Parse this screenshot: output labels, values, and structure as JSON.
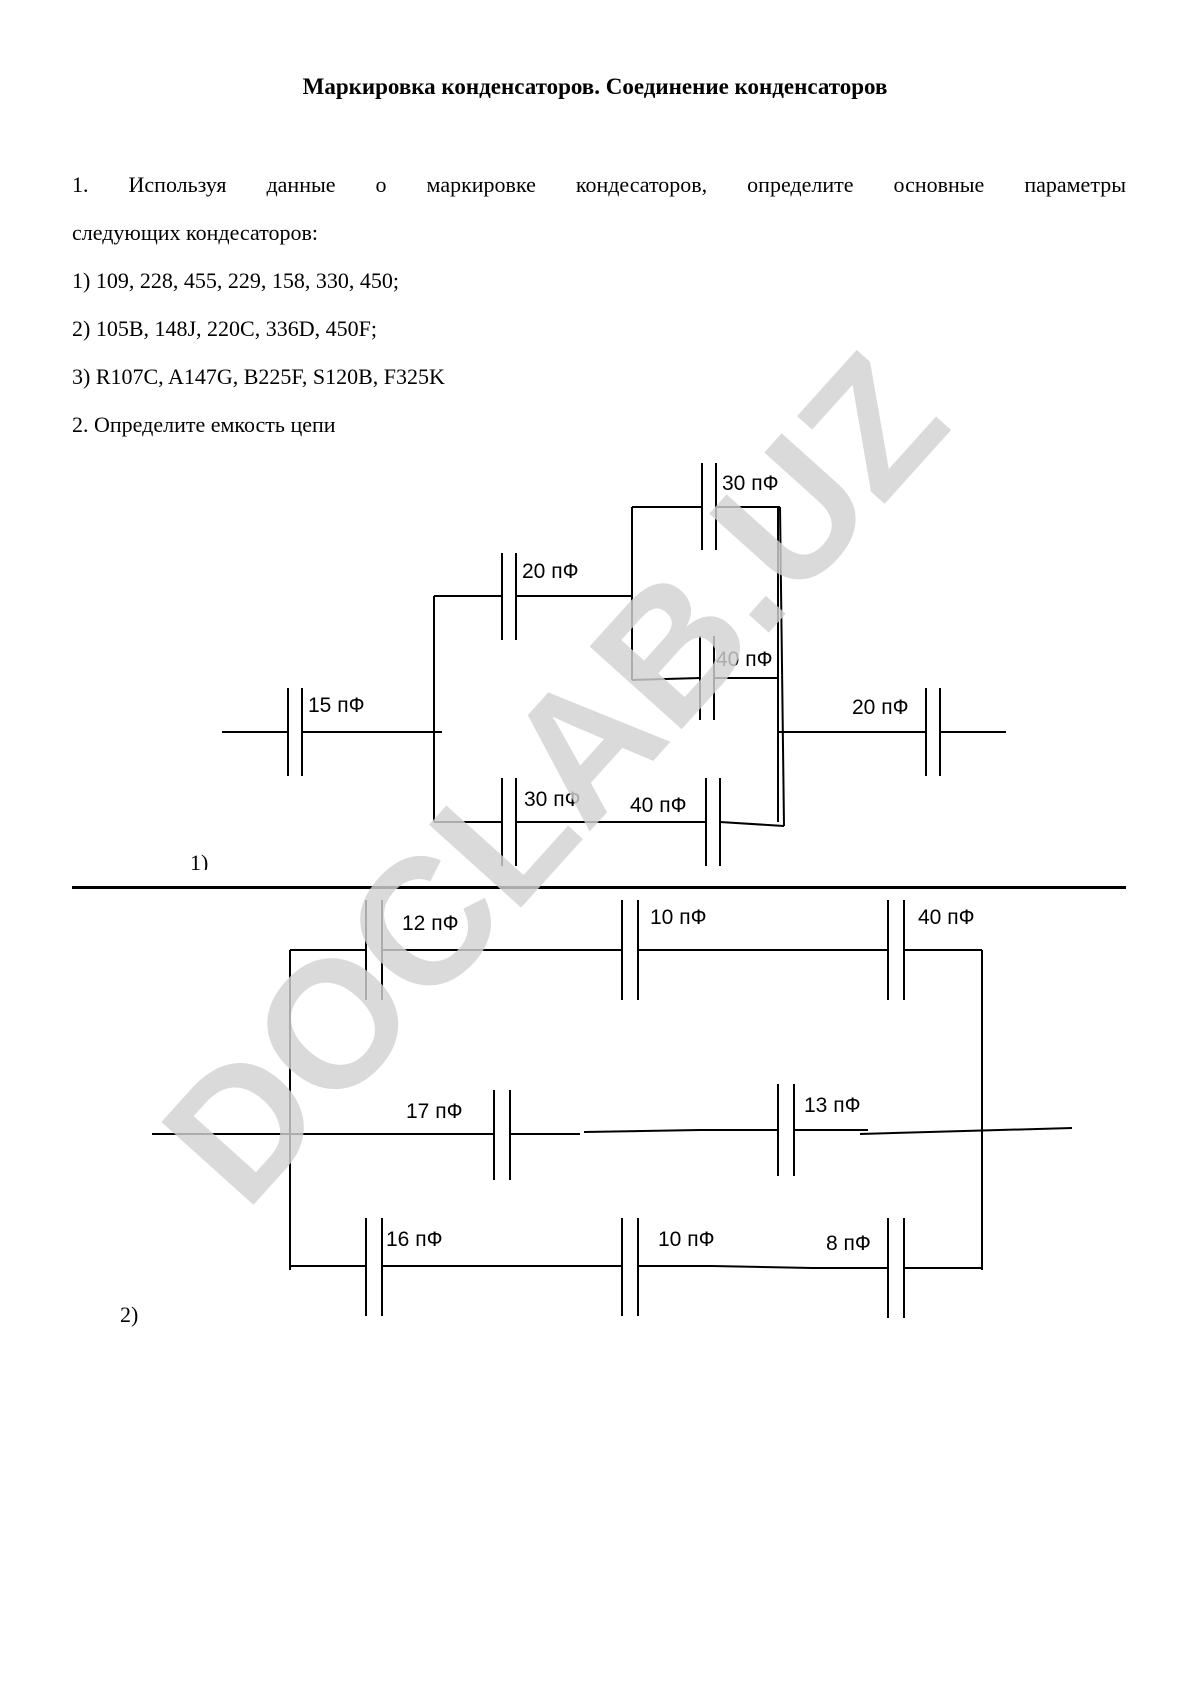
{
  "document": {
    "title": "Маркировка конденсаторов. Соединение конденсаторов",
    "task1_line1": "1. Используя данные о маркировке кондесаторов, определите основные параметры",
    "task1_line2": "следующих кондесаторов:",
    "list": [
      "1) 109, 228, 455, 229, 158, 330, 450;",
      "2) 105B, 148J, 220C, 336D, 450F;",
      "3) R107C, A147G, B225F, S120B, F325K"
    ],
    "task2": "2. Определите емкость цепи"
  },
  "circuit1": {
    "number": "1)",
    "labels": {
      "c15": "15 пФ",
      "c20_top": "20 пФ",
      "c30_top": "30 пФ",
      "c40_mid": "40 пФ",
      "c30_bottom": "30 пФ",
      "c40_bottom": "40 пФ",
      "c20_right": "20 пФ"
    }
  },
  "circuit2": {
    "number": "2)",
    "labels": {
      "c12": "12 пФ",
      "c10_top": "10 пФ",
      "c40": "40 пФ",
      "c17": "17 пФ",
      "c13": "13 пФ",
      "c16": "16 пФ",
      "c10_bottom": "10 пФ",
      "c8": "8 пФ"
    }
  },
  "watermark": "DOCLAB.UZ",
  "colors": {
    "watermark": "#d2d2d2",
    "ink": "#000000"
  }
}
